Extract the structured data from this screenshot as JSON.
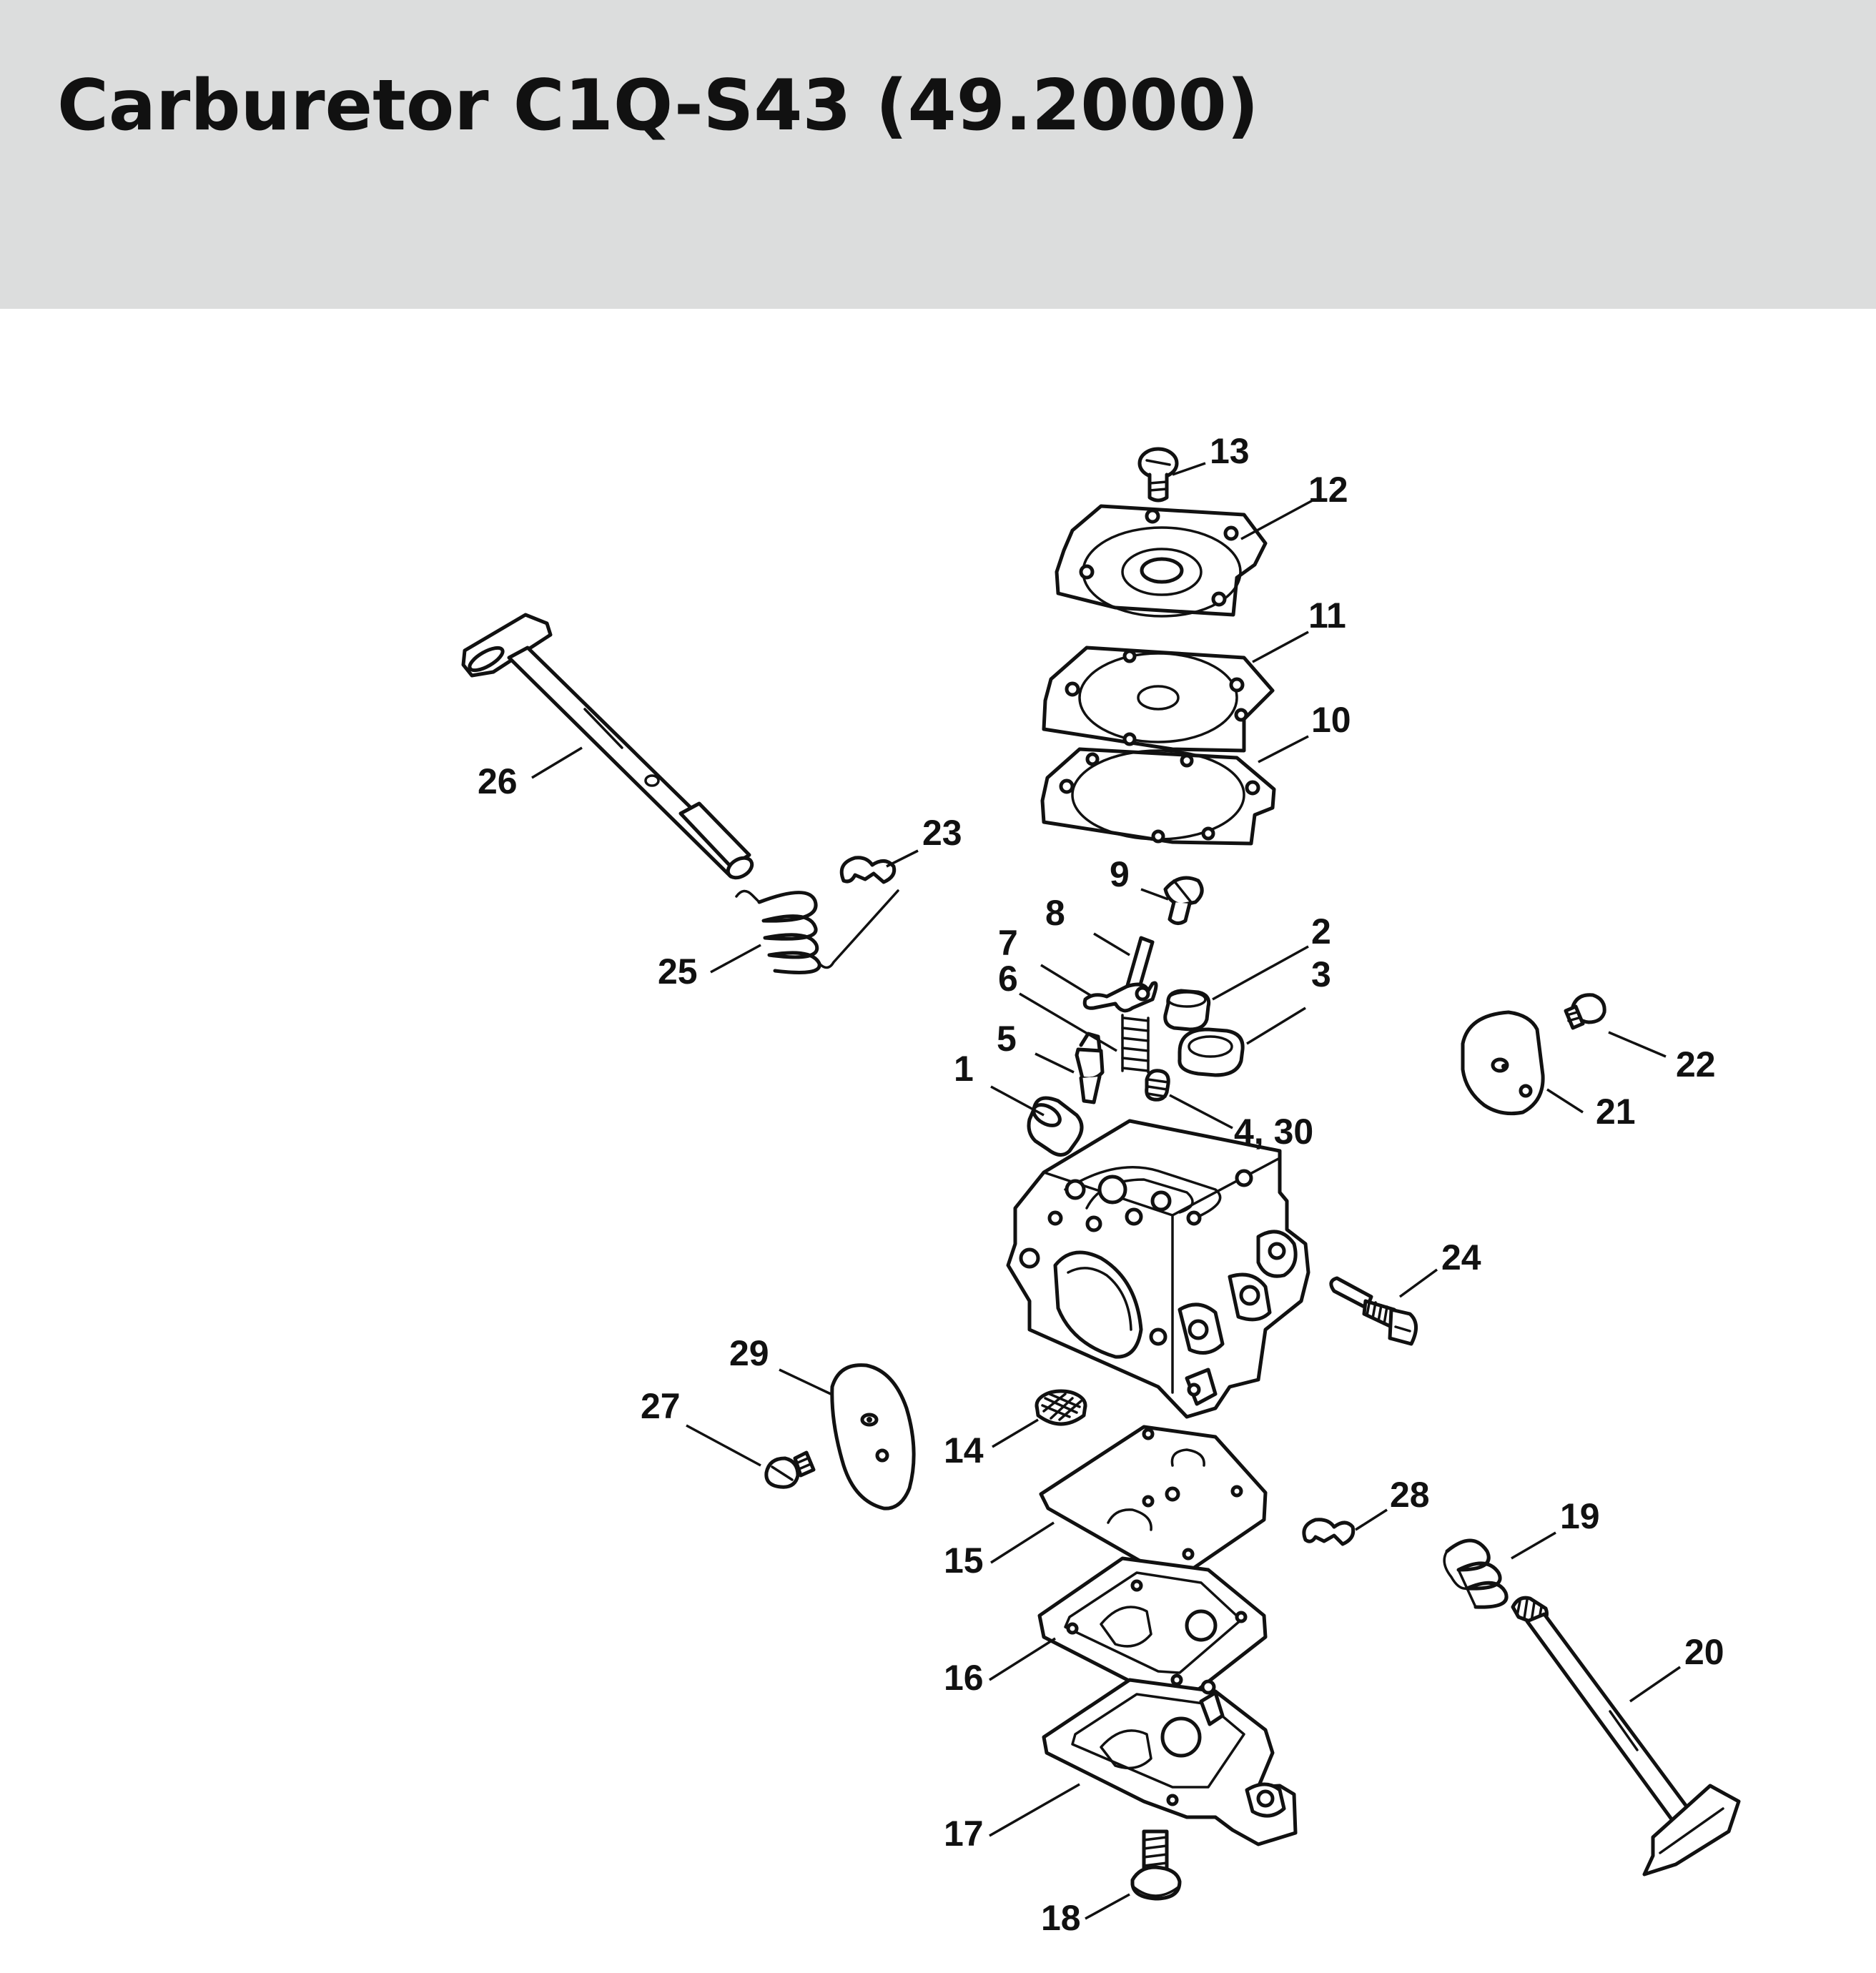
{
  "title": "Carburetor C1Q-S43 (49.2000)",
  "colors": {
    "header_bg": "#dcdddd",
    "ink": "#111111",
    "page_bg": "#ffffff"
  },
  "callouts": [
    {
      "id": "c13",
      "text": "13"
    },
    {
      "id": "c12",
      "text": "12"
    },
    {
      "id": "c11",
      "text": "11"
    },
    {
      "id": "c10",
      "text": "10"
    },
    {
      "id": "c26",
      "text": "26"
    },
    {
      "id": "c23",
      "text": "23"
    },
    {
      "id": "c9",
      "text": "9"
    },
    {
      "id": "c8",
      "text": "8"
    },
    {
      "id": "c2",
      "text": "2"
    },
    {
      "id": "c7",
      "text": "7"
    },
    {
      "id": "c3",
      "text": "3"
    },
    {
      "id": "c6",
      "text": "6"
    },
    {
      "id": "c25",
      "text": "25"
    },
    {
      "id": "c5",
      "text": "5"
    },
    {
      "id": "c22",
      "text": "22"
    },
    {
      "id": "c1",
      "text": "1"
    },
    {
      "id": "c21",
      "text": "21"
    },
    {
      "id": "c430",
      "text": "4, 30"
    },
    {
      "id": "c24",
      "text": "24"
    },
    {
      "id": "c29",
      "text": "29"
    },
    {
      "id": "c27",
      "text": "27"
    },
    {
      "id": "c14",
      "text": "14"
    },
    {
      "id": "c28",
      "text": "28"
    },
    {
      "id": "c19",
      "text": "19"
    },
    {
      "id": "c15",
      "text": "15"
    },
    {
      "id": "c20",
      "text": "20"
    },
    {
      "id": "c16",
      "text": "16"
    },
    {
      "id": "c17",
      "text": "17"
    },
    {
      "id": "c18",
      "text": "18"
    }
  ]
}
